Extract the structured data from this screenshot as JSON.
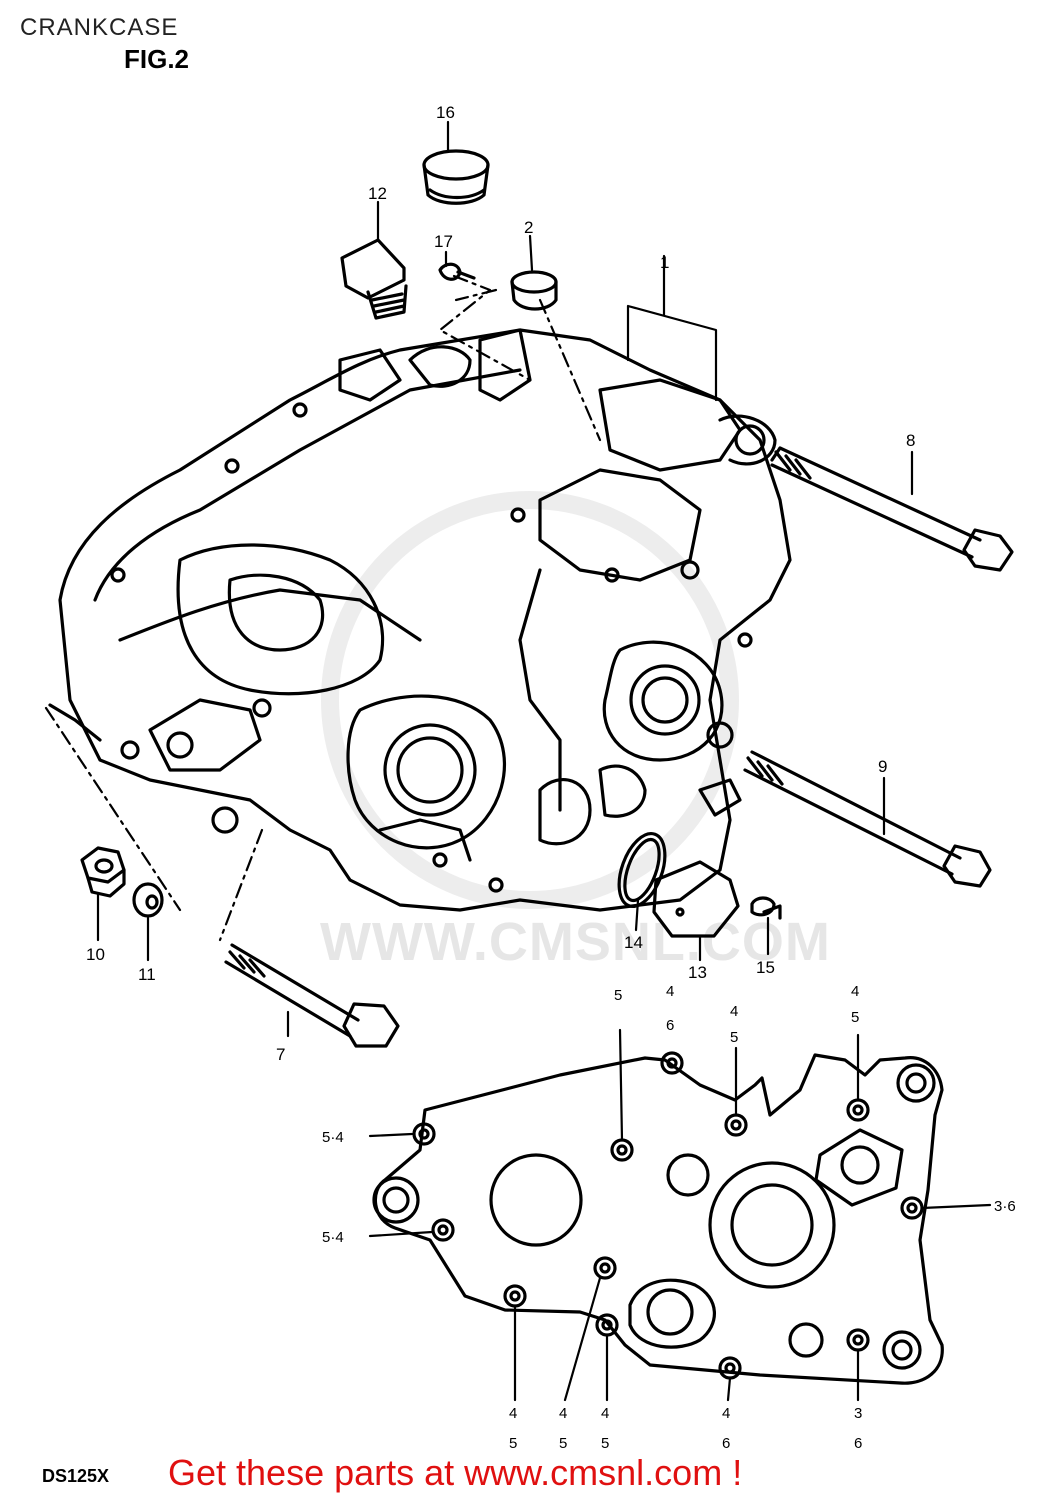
{
  "header": {
    "title": "CRANKCASE",
    "figure": "FIG.2"
  },
  "watermark": "WWW.CMSNL.COM",
  "model_code": "DS125X",
  "call_to_action": "Get these parts at www.cmsnl.com !",
  "colors": {
    "cta": "#e01010",
    "line": "#000000",
    "watermark": "#e6e6e6"
  },
  "callouts": {
    "c1": "1",
    "c2": "2",
    "c7": "7",
    "c8": "8",
    "c9": "9",
    "c10": "10",
    "c11": "11",
    "c12": "12",
    "c13": "13",
    "c14": "14",
    "c15": "15",
    "c16": "16",
    "c17": "17"
  },
  "bolt_callouts": {
    "top_5": "5",
    "top_46_a": "4",
    "top_46_b": "6",
    "top_45_a": "4",
    "top_45_b": "5",
    "top_45r_a": "4",
    "top_45r_b": "5",
    "left_54_a": "5·4",
    "left_54_b": "5·4",
    "right_36": "3·6",
    "bot_45_1a": "4",
    "bot_45_1b": "5",
    "bot_45_2a": "4",
    "bot_45_2b": "5",
    "bot_45_3a": "4",
    "bot_45_3b": "5",
    "bot_46_a": "4",
    "bot_46_b": "6",
    "bot_36_a": "3",
    "bot_36_b": "6"
  }
}
